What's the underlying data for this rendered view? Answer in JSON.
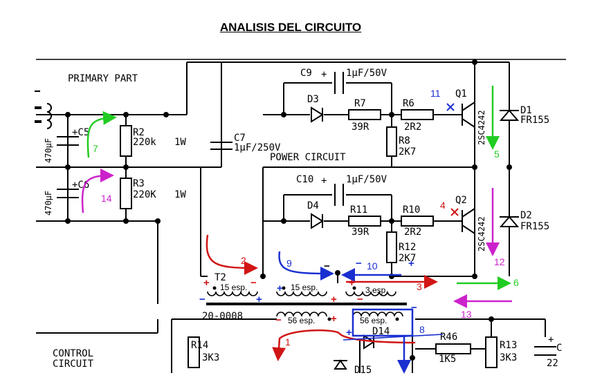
{
  "title": "ANALISIS DEL CIRCUITO",
  "colors": {
    "red": "#d11515",
    "blue": "#1a2fd0",
    "green": "#22cc22",
    "magenta": "#cc22cc",
    "wire": "#000000"
  },
  "sections": {
    "primary": "PRIMARY PART",
    "power": "POWER CIRCUIT",
    "control_1": "CONTROL",
    "control_2": "CIRCUIT"
  },
  "components": {
    "c9_name": "C9",
    "c9_val": "1µF/50V",
    "c10_name": "C10",
    "c10_val": "1µF/50V",
    "c7_name": "C7",
    "c7_val": "1µF/250V",
    "c5_name": "+C5",
    "c6_name": "+C6",
    "cap_470": "470µF",
    "cap_470b": "470µF",
    "r2_name": "R2",
    "r2_val": "220k",
    "r2_w": "1W",
    "r3_name": "R3",
    "r3_val": "220K",
    "r3_w": "1W",
    "d3": "D3",
    "d4": "D4",
    "r7_name": "R7",
    "r7_val": "39R",
    "r11_name": "R11",
    "r11_val": "39R",
    "r6_name": "R6",
    "r6_val": "2R2",
    "r10_name": "R10",
    "r10_val": "2R2",
    "r8_name": "R8",
    "r8_val": "2K7",
    "r12_name": "R12",
    "r12_val": "2K7",
    "q1": "Q1",
    "q2": "Q2",
    "q1_part": "2SC4242",
    "q2_part": "2SC4242",
    "d1_name": "D1",
    "d1_val": "FR155",
    "d2_name": "D2",
    "d2_val": "FR155",
    "t2": "T2",
    "t2_part": "20-0008",
    "r14_name": "R14",
    "r14_val": "3K3",
    "r13_name": "R13",
    "r13_val": "3K3",
    "r46_name": "R46",
    "r46_val": "1K5",
    "d14": "D14",
    "d15": "D15",
    "c_edge": "C",
    "c_edge_val": "22",
    "plus": "+"
  },
  "windings": {
    "w1": "15 esp.",
    "w2": "15 esp.",
    "w3": "3 esp.",
    "w4": "56 esp.",
    "w5": "56 esp."
  },
  "annotations": {
    "n1": "1",
    "n2": "2",
    "n3": "3",
    "n4": "4",
    "n5": "5",
    "n6": "6",
    "n7": "7",
    "n8": "8",
    "n9": "9",
    "n10": "10",
    "n11": "11",
    "n12": "12",
    "n13": "13",
    "n14": "14"
  },
  "polarity": {
    "plus": "+",
    "minus": "−"
  }
}
